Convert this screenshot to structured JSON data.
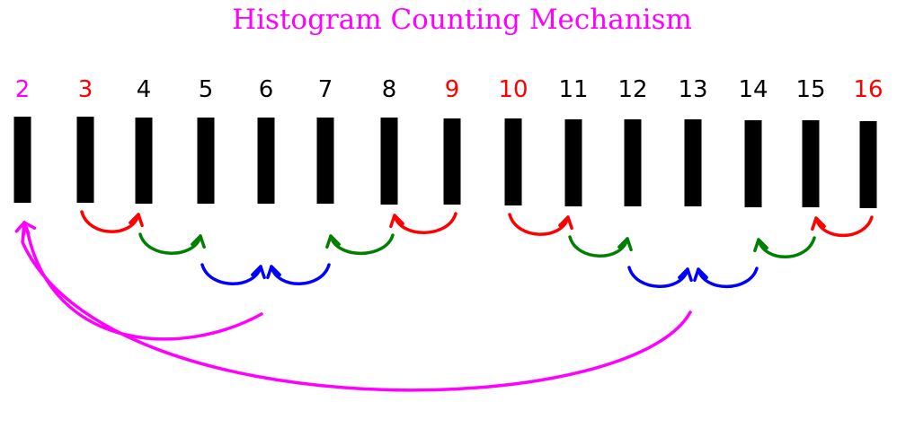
{
  "title": "Histogram Counting Mechanism",
  "colors": {
    "magenta": "#ff00ff",
    "red": "#ff0000",
    "black": "#000000",
    "green": "#008000",
    "blue": "#0000ff"
  },
  "bars": [
    {
      "label": "2",
      "color": "magenta"
    },
    {
      "label": "3",
      "color": "red"
    },
    {
      "label": "4",
      "color": "black"
    },
    {
      "label": "5",
      "color": "black"
    },
    {
      "label": "6",
      "color": "black"
    },
    {
      "label": "7",
      "color": "black"
    },
    {
      "label": "8",
      "color": "black"
    },
    {
      "label": "9",
      "color": "red"
    },
    {
      "label": "10",
      "color": "red"
    },
    {
      "label": "11",
      "color": "black"
    },
    {
      "label": "12",
      "color": "black"
    },
    {
      "label": "13",
      "color": "black"
    },
    {
      "label": "14",
      "color": "black"
    },
    {
      "label": "15",
      "color": "black"
    },
    {
      "label": "16",
      "color": "red"
    }
  ],
  "arrows": [
    {
      "from": "3",
      "to": "4",
      "color": "red"
    },
    {
      "from": "4",
      "to": "5",
      "color": "green"
    },
    {
      "from": "5",
      "to": "6",
      "color": "blue"
    },
    {
      "from": "7",
      "to": "6",
      "color": "blue"
    },
    {
      "from": "8",
      "to": "7",
      "color": "green"
    },
    {
      "from": "9",
      "to": "8",
      "color": "red"
    },
    {
      "from": "10",
      "to": "11",
      "color": "red"
    },
    {
      "from": "11",
      "to": "12",
      "color": "green"
    },
    {
      "from": "12",
      "to": "13",
      "color": "blue"
    },
    {
      "from": "14",
      "to": "13",
      "color": "blue"
    },
    {
      "from": "15",
      "to": "14",
      "color": "green"
    },
    {
      "from": "16",
      "to": "15",
      "color": "red"
    },
    {
      "from": "6",
      "to": "2",
      "color": "magenta"
    },
    {
      "from": "13",
      "to": "2",
      "color": "magenta"
    }
  ]
}
